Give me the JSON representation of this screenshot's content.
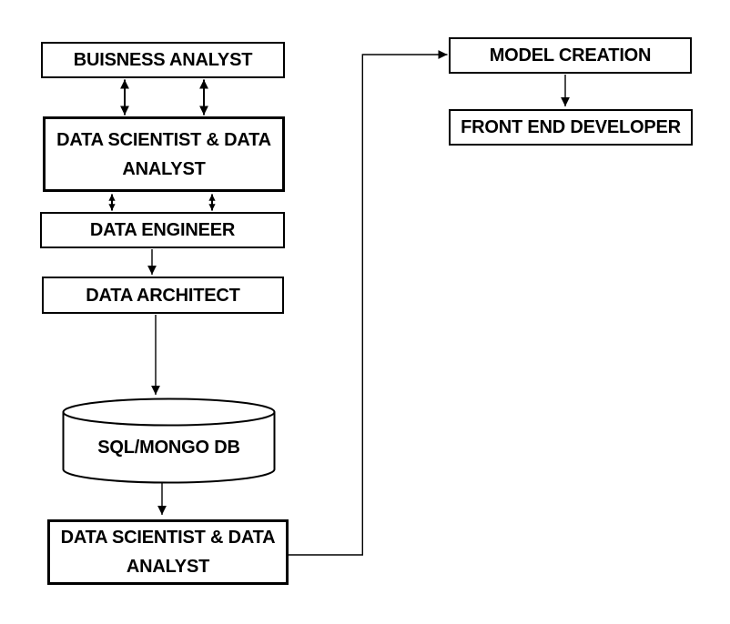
{
  "diagram": {
    "background_color": "#ffffff",
    "line_color": "#000000",
    "text_color": "#000000",
    "nodes": [
      {
        "id": "business-analyst",
        "shape": "rect",
        "lines": [
          "BUISNESS ANALYST"
        ]
      },
      {
        "id": "data-scientist-data-analyst-top",
        "shape": "rect",
        "lines": [
          "DATA SCIENTIST & DATA",
          "ANALYST"
        ]
      },
      {
        "id": "data-engineer",
        "shape": "rect",
        "lines": [
          "DATA ENGINEER"
        ]
      },
      {
        "id": "data-architect",
        "shape": "rect",
        "lines": [
          "DATA ARCHITECT"
        ]
      },
      {
        "id": "sql-mongo-db",
        "shape": "cylinder",
        "lines": [
          "SQL/MONGO DB"
        ]
      },
      {
        "id": "data-scientist-data-analyst-bottom",
        "shape": "rect",
        "lines": [
          "DATA SCIENTIST & DATA",
          "ANALYST"
        ]
      },
      {
        "id": "model-creation",
        "shape": "rect",
        "lines": [
          "MODEL CREATION"
        ]
      },
      {
        "id": "front-end-developer",
        "shape": "rect",
        "lines": [
          "FRONT END DEVELOPER"
        ]
      }
    ],
    "edges": [
      {
        "from": "business-analyst",
        "to": "data-scientist-data-analyst-top",
        "style": "bidirectional"
      },
      {
        "from": "business-analyst",
        "to": "data-scientist-data-analyst-top",
        "style": "bidirectional"
      },
      {
        "from": "data-scientist-data-analyst-top",
        "to": "data-engineer",
        "style": "bidirectional"
      },
      {
        "from": "data-scientist-data-analyst-top",
        "to": "data-engineer",
        "style": "bidirectional"
      },
      {
        "from": "data-engineer",
        "to": "data-architect",
        "style": "arrow"
      },
      {
        "from": "data-architect",
        "to": "sql-mongo-db",
        "style": "arrow"
      },
      {
        "from": "sql-mongo-db",
        "to": "data-scientist-data-analyst-bottom",
        "style": "arrow"
      },
      {
        "from": "data-scientist-data-analyst-bottom",
        "to": "model-creation",
        "style": "elbow-arrow"
      },
      {
        "from": "model-creation",
        "to": "front-end-developer",
        "style": "arrow"
      }
    ]
  }
}
